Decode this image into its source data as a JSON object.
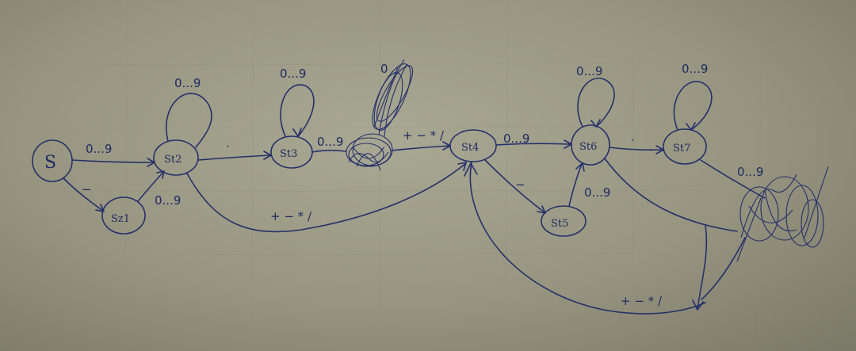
{
  "states": {
    "start": "S",
    "st1": "Sz1",
    "st2": "St2",
    "st3": "St3",
    "st4": "St4",
    "st5": "St5",
    "st6": "St6",
    "st7": "St7"
  },
  "edges": {
    "s_st2": "0...9",
    "s_st1": "−",
    "st1_st2": "0...9",
    "st2_loop": "0...9",
    "st2_st3": "·",
    "st2_st4": "+ − * /",
    "st3_loop": "0...9",
    "st3_sc": "0...9",
    "sc_loop": "0",
    "sc_st4": "+ − * /",
    "st4_st6": "0...9",
    "st4_st5": "−",
    "st5_st6": "0...9",
    "st6_loop": "0...9",
    "st6_st7": "·",
    "st7_loop": "0...9",
    "st7_out": "0...9",
    "back": "+ − * /"
  }
}
